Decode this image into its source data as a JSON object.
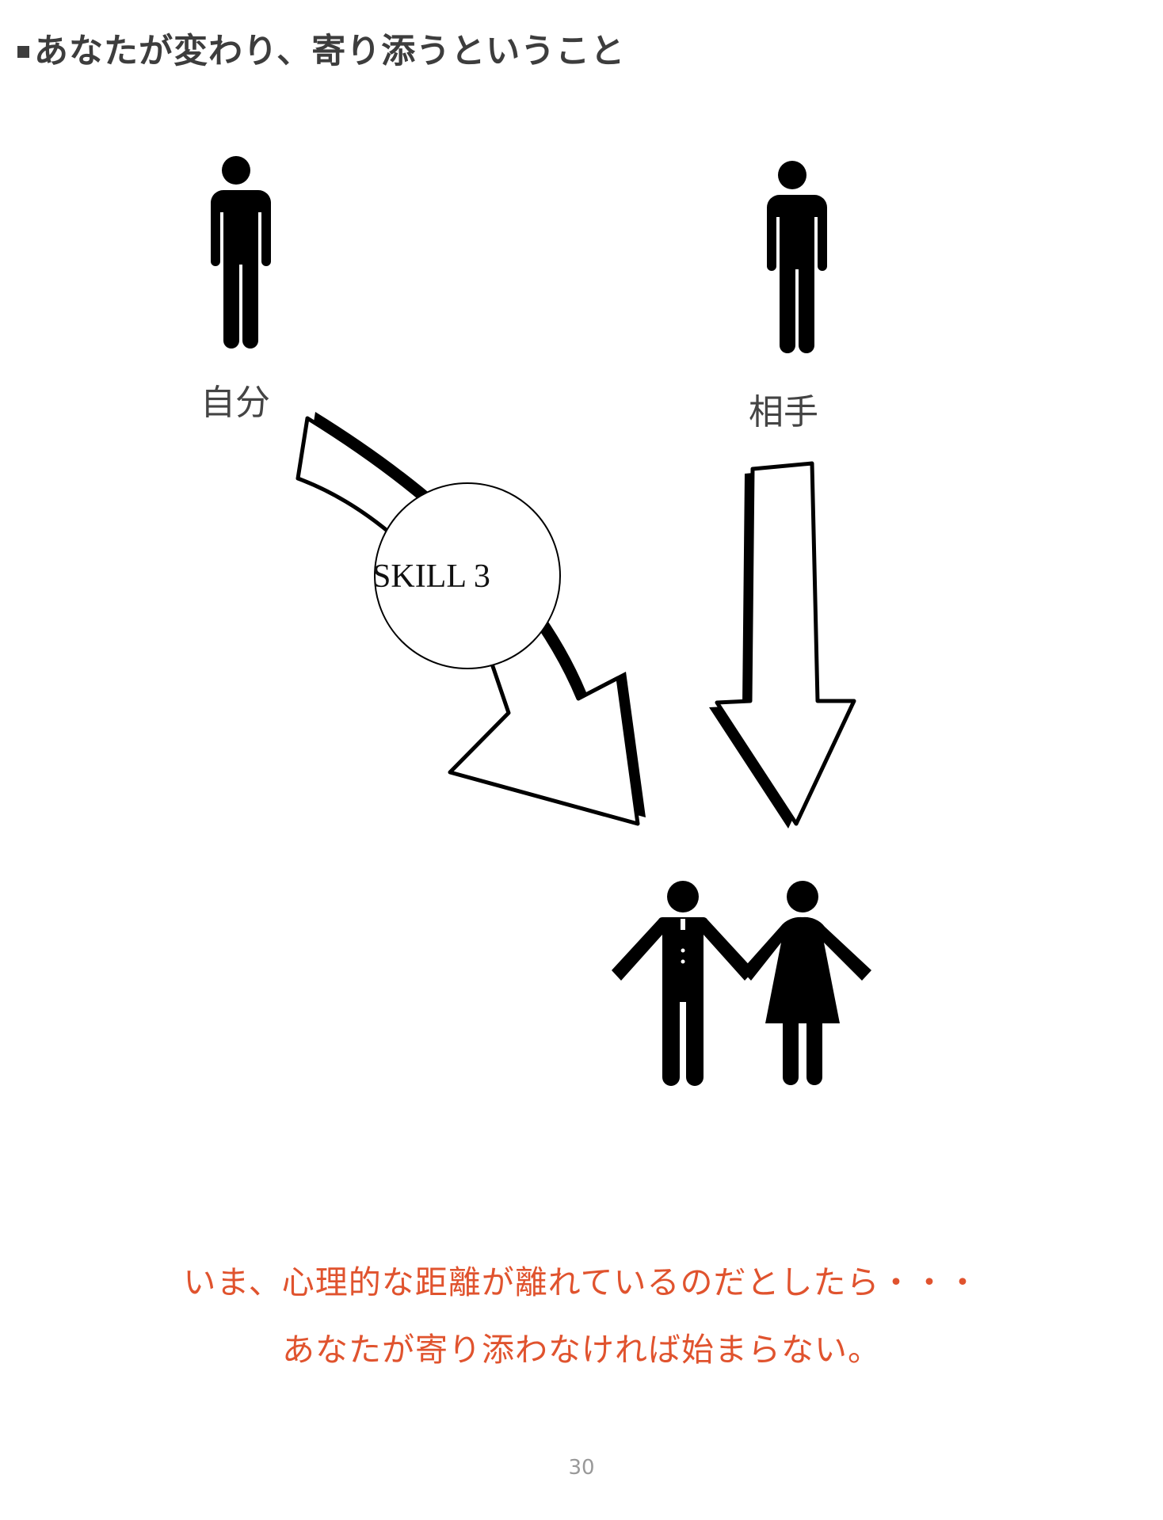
{
  "title": "あなたが変わり、寄り添うということ",
  "labels": {
    "self": "自分",
    "partner": "相手"
  },
  "skill_badge": "SKILL 3",
  "caption": {
    "line1": "いま、心理的な距離が離れているのだとしたら・・・",
    "line2": "あなたが寄り添わなければ始まらない。"
  },
  "page_number": "30",
  "colors": {
    "accent": "#e0532e",
    "title": "#3d3d3d",
    "figure": "#000000"
  },
  "icons": [
    "person-icon",
    "person-icon",
    "couple-icon",
    "curved-arrow-icon",
    "down-arrow-icon"
  ]
}
